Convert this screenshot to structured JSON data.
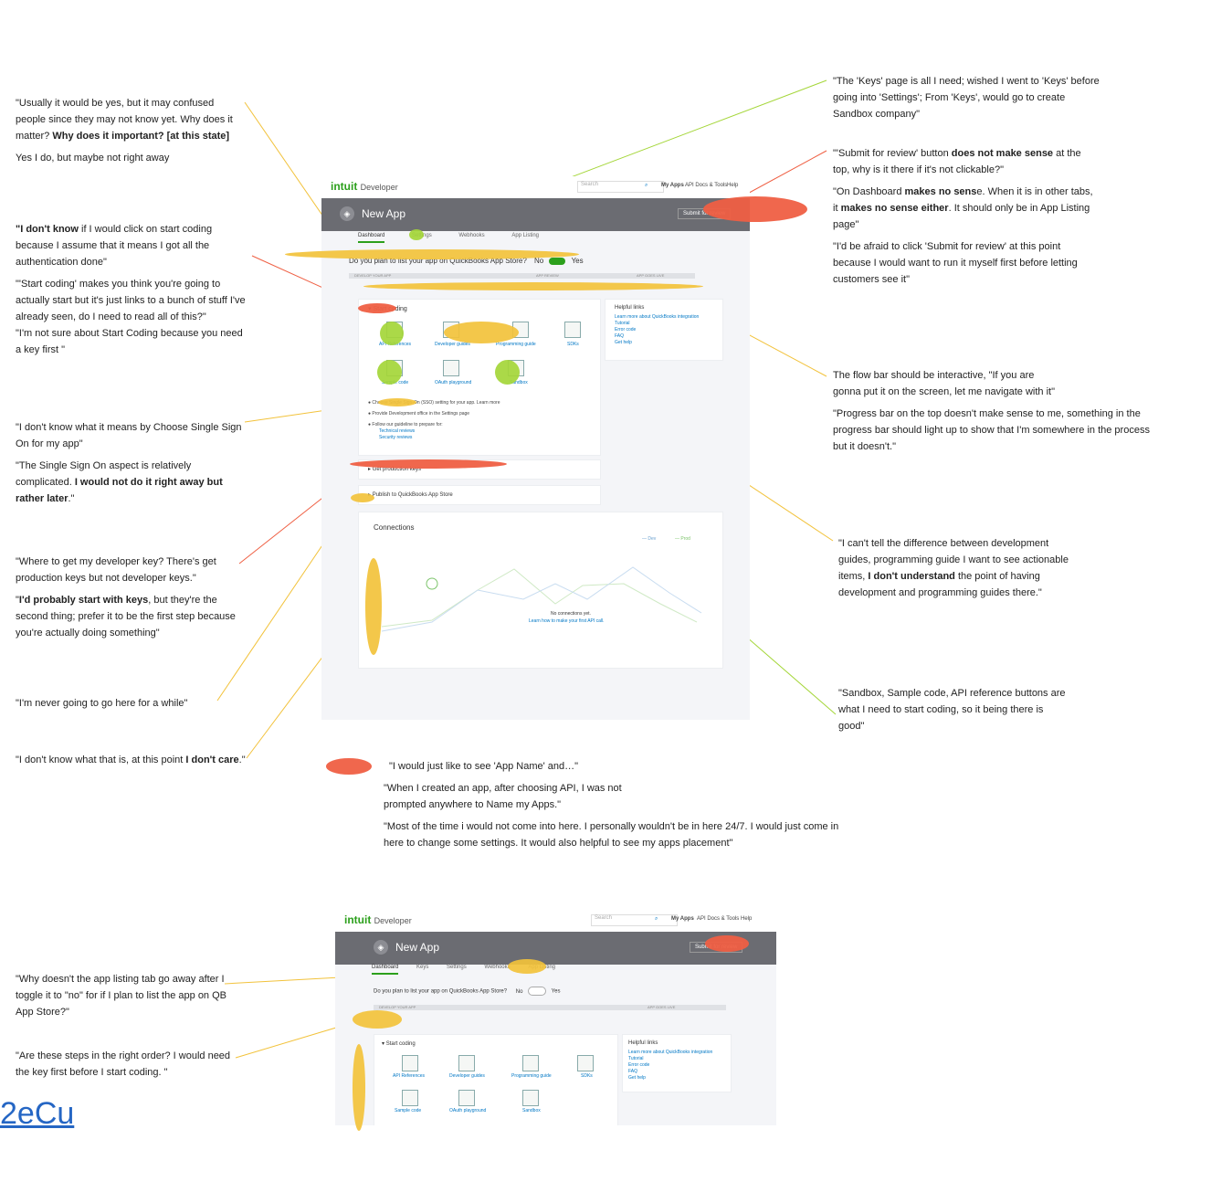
{
  "left_notes": [
    [
      "\"Usually it would be yes, but it may confused people since they may not know yet. Why does it matter? <b>Why does it important? [at this state]</b>",
      "Yes I do, but maybe not right away"
    ],
    [
      "<b>\"I don't know</b> if I would click on start coding because I assume that it means I got all the authentication done\"",
      "\"'Start coding' makes you think you're going to actually start but it's just links to a bunch of stuff I've already seen, do I need to read all of this?\"",
      "\"I'm not sure about Start Coding because you need a key first \""
    ],
    [
      "\"I don't know what it means by Choose Single Sign On for my app\"",
      "\"The Single Sign On aspect is relatively complicated. <b>I would not do it right away but rather later</b>.\""
    ],
    [
      "\"Where to get my developer key? There's get production keys but not developer keys.\"",
      "\"<b>I'd probably start with keys</b>, but they're the second thing; prefer it to be the first step because you're actually doing something\""
    ],
    [
      "\"I'm never going to go here for a while\""
    ],
    [
      "\"I don't know what that is, at this point <b>I don't care</b>.\""
    ],
    [
      "\"Why doesn't the app listing tab go away after I toggle it to \"no\" for if I plan to list the app on QB App Store?\""
    ],
    [
      "\"Are these steps in the right order? I would need the key first before I start coding. \""
    ]
  ],
  "right_notes": [
    [
      "\"The 'Keys' page is all I need; wished I went to 'Keys' before going into 'Settings'; From 'Keys', would go to create Sandbox company\""
    ],
    [
      "\"'Submit for review' button <b>does not make sense</b> at the top, why is it there if it's not clickable?\"",
      "\"On Dashboard <b>makes no sens</b>e. When it is in other tabs, it <b>makes no sense either</b>. It should only be in App Listing page\"",
      "\"I'd be afraid to click 'Submit for review' at this point because I would want to run it myself first before letting customers see it\""
    ],
    [
      "The flow bar should be interactive, \"If you are gonna put it on the screen, let me navigate with it\"",
      "\"Progress bar on the top doesn't make sense to me, something in the progress bar should light up to show that I'm somewhere in the process but it doesn't.\""
    ],
    [
      "\"I can't tell the difference between development guides, programming guide I want to see actionable items, <b>I don't understand</b> the point of having development and programming guides there.\""
    ],
    [
      "\"Sandbox, Sample code, API reference buttons are what I need to start coding, so it being there is good\""
    ]
  ],
  "center_notes": [
    "\"I would just like to see 'App Name' and…\"",
    "\"When I created an app, after choosing API, I was not prompted anywhere to Name my Apps.\"",
    "\"Most of the time i would not come into here. I personally wouldn't be in here 24/7. I would just come in here to change some settings. It would also helpful to see my apps placement\""
  ],
  "mock": {
    "logo_bold": "intuit",
    "logo_rest": "Developer",
    "search_placeholder": "Search",
    "nav": [
      "My Apps",
      "API Docs & Tools",
      "Help"
    ],
    "app_title": "New App",
    "submit_label": "Submit for review",
    "tabs": [
      "Dashboard",
      "Keys",
      "Settings",
      "Webhooks",
      "App Listing"
    ],
    "question": "Do you plan to list your app on QuickBooks App Store?",
    "toggle_no": "No",
    "toggle_yes": "Yes",
    "step_develop": "DEVELOP YOUR APP",
    "step_review": "APP REVIEW",
    "step_live": "APP GOES LIVE",
    "start_coding": "Start coding",
    "tiles": [
      "API References",
      "Developer guides",
      "Programming guide",
      "SDKs",
      "Sample code",
      "OAuth playground",
      "Sandbox"
    ],
    "helpful_title": "Helpful links",
    "helpful_links": [
      "Learn more about QuickBooks integration",
      "Tutorial",
      "Error code",
      "FAQ",
      "Get help"
    ],
    "sso": "Choose Single Sign-On (SSO) setting for your app. Learn more",
    "dev_office": "Provide Development office in the Settings page",
    "guideline": "Follow our guideline to prepare for:",
    "tech_review": "Technical reviews",
    "sec_review": "Security reviews",
    "prod_keys": "Get production keys",
    "publish": "Publish to QuickBooks App Store",
    "connections": "Connections",
    "legend": [
      "Dev",
      "Prod"
    ],
    "no_conn": "No connections yet.",
    "no_conn_link": "Learn how to make your first API call."
  },
  "bottom_text": "2eCu"
}
